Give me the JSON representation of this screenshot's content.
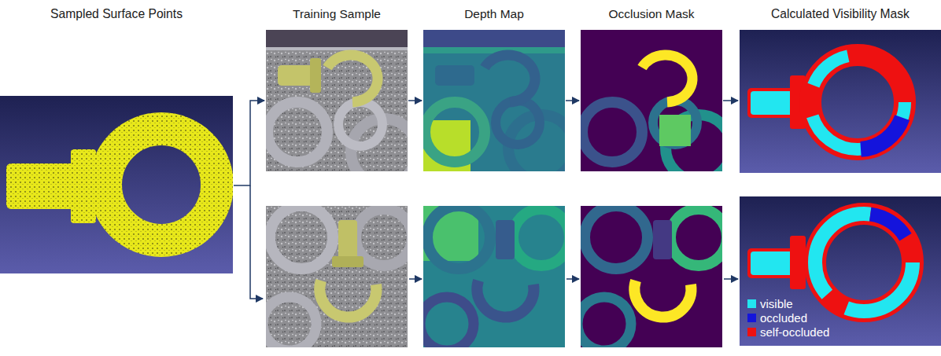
{
  "diagram": {
    "nodes": [
      {
        "text": [
          "Sampled Surface Points"
        ]
      },
      {
        "text": [
          "Training Sample"
        ]
      },
      {
        "text": [
          "Depth Map"
        ]
      },
      {
        "text": [
          "Occlusion Mask"
        ]
      },
      {
        "text": [
          "Calculated Visibility Mask"
        ]
      }
    ],
    "edges": [
      {
        "from": 0,
        "to": 1,
        "arrow": "to"
      },
      {
        "from": 1,
        "to": 2,
        "arrow": "to"
      },
      {
        "from": 2,
        "to": 3,
        "arrow": "to"
      },
      {
        "from": 3,
        "to": 4,
        "arrow": "to"
      }
    ],
    "legend": [
      {
        "text": "visible",
        "color": "#22e6f0"
      },
      {
        "text": "occluded",
        "color": "#1414dc"
      },
      {
        "text": "self-occluded",
        "color": "#ee1111"
      }
    ]
  }
}
